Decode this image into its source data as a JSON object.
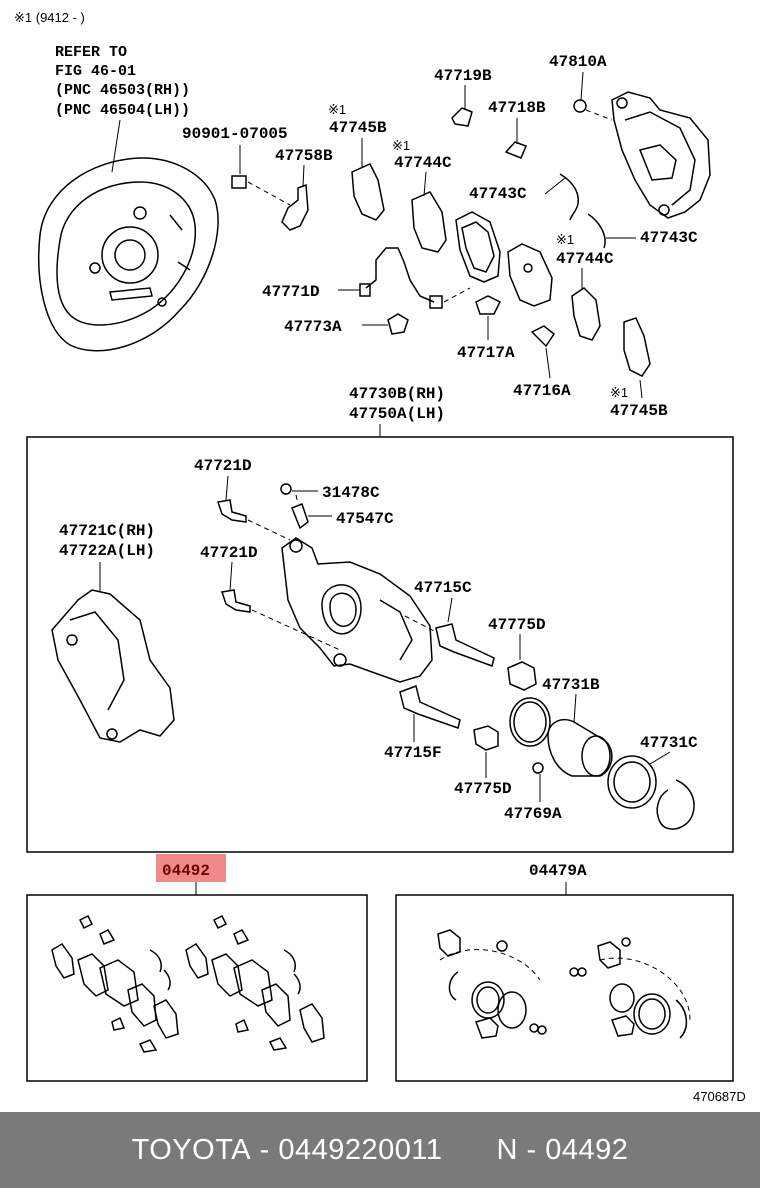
{
  "header_note": "※1 (9412 -        )",
  "reference": {
    "line1": "REFER TO",
    "line2": "FIG 46-01",
    "line3": "(PNC 46503(RH))",
    "line4": "(PNC 46504(LH))"
  },
  "labels": {
    "p47719B": "47719B",
    "p47810A": "47810A",
    "p47718B": "47718B",
    "p90901": "90901-07005",
    "mark1a": "※1",
    "p47745B_top": "47745B",
    "p47758B": "47758B",
    "mark1b": "※1",
    "p47744C_top": "47744C",
    "p47743C_a": "47743C",
    "mark1c": "※1",
    "p47743C_b": "47743C",
    "p47744C_b": "47744C",
    "p47771D": "47771D",
    "p47773A": "47773A",
    "p47717A": "47717A",
    "p47716A": "47716A",
    "mark1d": "※1",
    "p47745B_b": "47745B",
    "p47730B": "47730B(RH)",
    "p47750A": "47750A(LH)",
    "p47721D_a": "47721D",
    "p31478C": "31478C",
    "p47547C": "47547C",
    "p47721C": "47721C(RH)",
    "p47722A": "47722A(LH)",
    "p47721D_b": "47721D",
    "p47715C": "47715C",
    "p47775D_a": "47775D",
    "p47731B": "47731B",
    "p47731C": "47731C",
    "p47715F": "47715F",
    "p47775D_b": "47775D",
    "p47769A": "47769A",
    "p04492": "04492",
    "p04479A": "04479A",
    "diagram_id": "470687D"
  },
  "highlight_color": "#f08a8a",
  "footer": {
    "brand": "TOYOTA",
    "part_number": "0449220011",
    "n_label": "N",
    "n_value": "04492"
  }
}
